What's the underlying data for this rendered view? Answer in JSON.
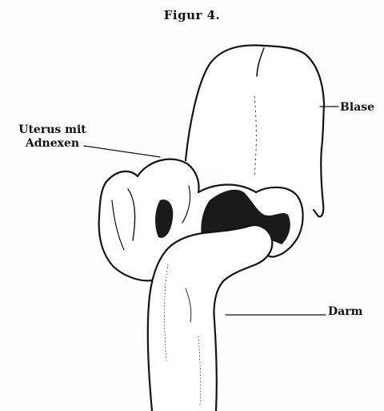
{
  "figure": {
    "title": "Figur 4."
  },
  "labels": {
    "uterus_line1": "Uterus mit",
    "uterus_line2": "Adnexen",
    "blase": "Blase",
    "darm": "Darm"
  },
  "colors": {
    "ink": "#141414",
    "paper": "#fdfdfd",
    "shade": "#1a1a1a"
  }
}
